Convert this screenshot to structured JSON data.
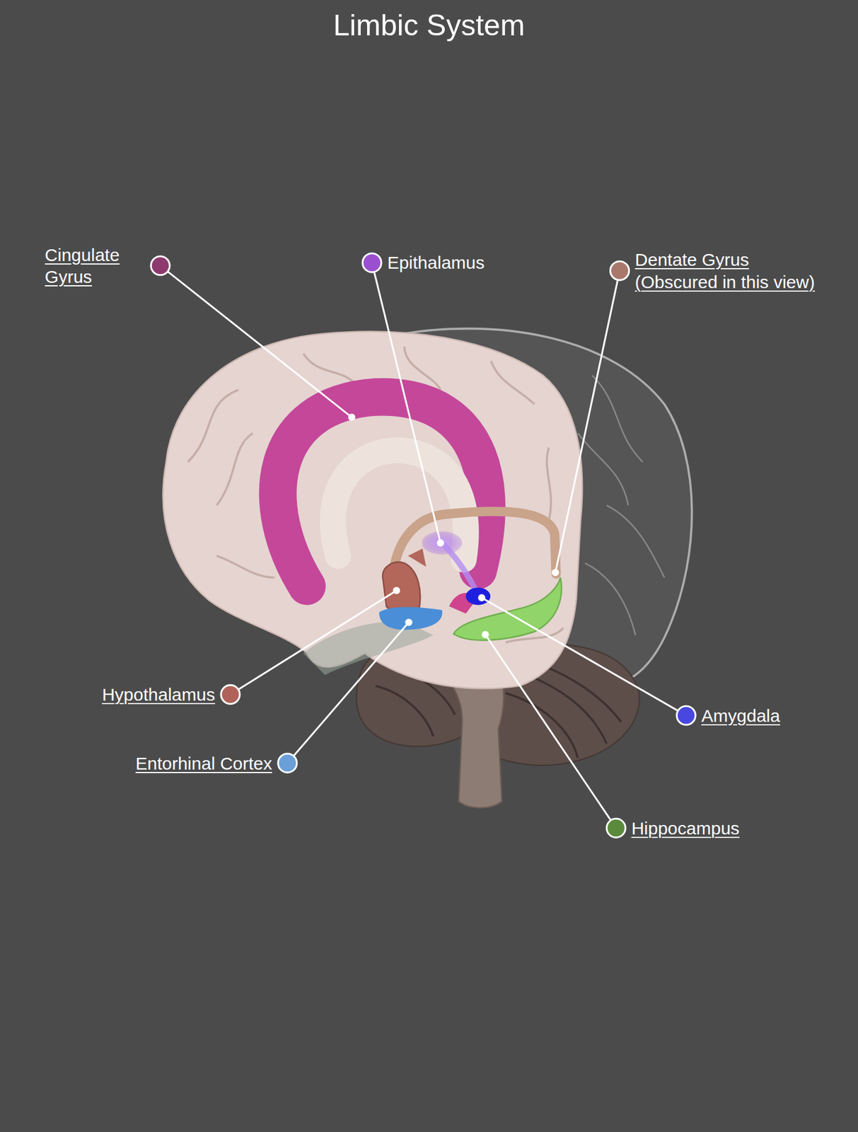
{
  "diagram": {
    "title": "Limbic System",
    "labels": [
      "Cingulate Gyrus",
      "Epithalamus",
      "Dentate Gyrus (Obscured in this view)",
      "Hypothalamus",
      "Amygdala",
      "Entorhinal Cortex",
      "Hippocampus"
    ]
  }
}
